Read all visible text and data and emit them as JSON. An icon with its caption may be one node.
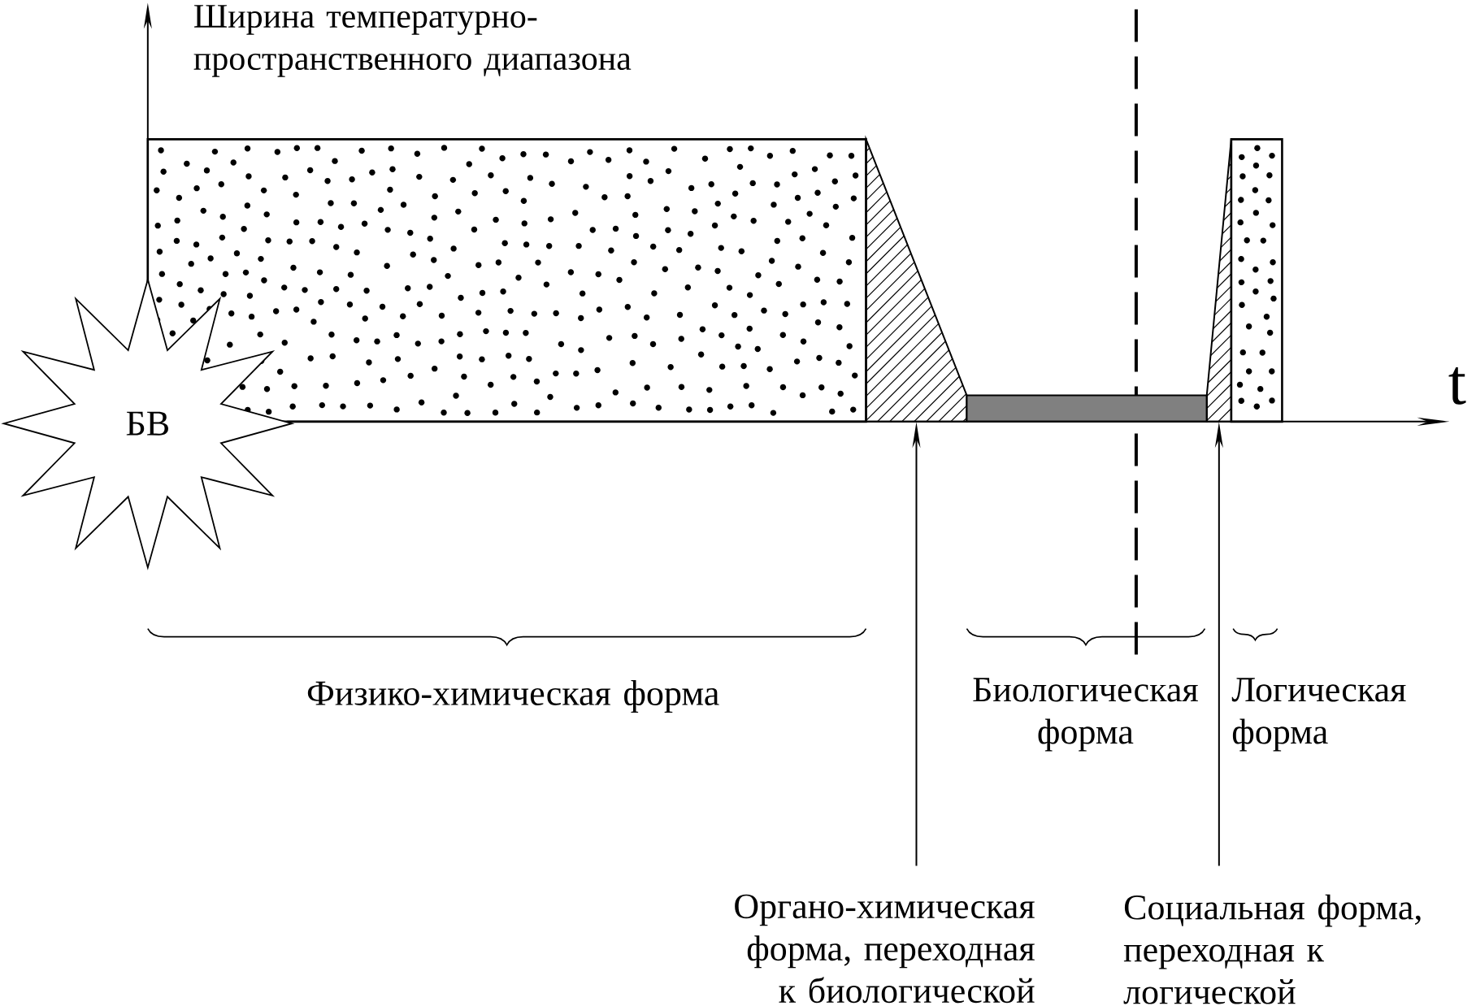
{
  "diagram": {
    "nodes": [
      {
        "text": [
          "БВ"
        ]
      },
      {
        "text": [],
        "shape": "box"
      },
      {
        "text": [],
        "shape": "trapezoid"
      },
      {
        "text": [],
        "shape": "bar"
      },
      {
        "text": [],
        "shape": "trapezoid"
      },
      {
        "text": [],
        "shape": "box"
      },
      {
        "text": [
          "Органо-химическая форма, переходная к биологической"
        ]
      },
      {
        "text": [
          "Социальная форма, переходная к логической"
        ]
      }
    ],
    "edges": [
      {
        "from": 6,
        "to": 2,
        "arrow": "to"
      },
      {
        "from": 7,
        "to": 4,
        "arrow": "to"
      }
    ],
    "labels": [
      "Ширина температурно- пространственного диапазона",
      "t",
      "Физико-химическая форма",
      "Биологическая форма",
      "Логическая форма"
    ]
  }
}
